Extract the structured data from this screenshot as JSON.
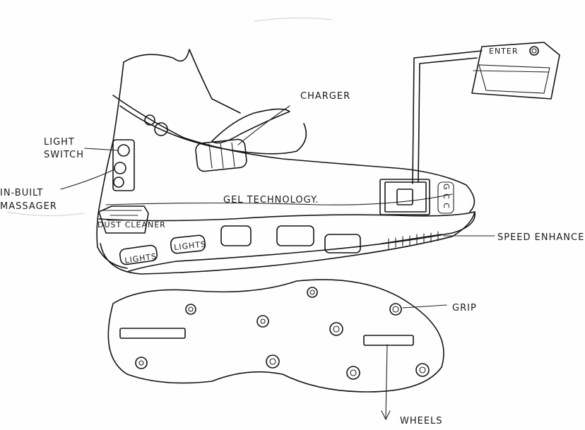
{
  "labels": {
    "enter": "ENTER",
    "charger": "CHARGER",
    "light_switch_1": "LIGHT",
    "light_switch_2": "SWITCH",
    "massager_1": "IN-BUILT",
    "massager_2": "MASSAGER",
    "gel": "GEL TECHNOLOGY.",
    "dust_cleaner": "DUST CLEANER",
    "lights_1": "LIGHTS",
    "lights_2": "LIGHTS",
    "speed": "SPEED ENHANCE",
    "grip": "GRIP",
    "wheels": "WHEELS",
    "heel_panel": "G C C"
  },
  "colors": {
    "ink": "#151515",
    "paper": "#fefefe"
  }
}
